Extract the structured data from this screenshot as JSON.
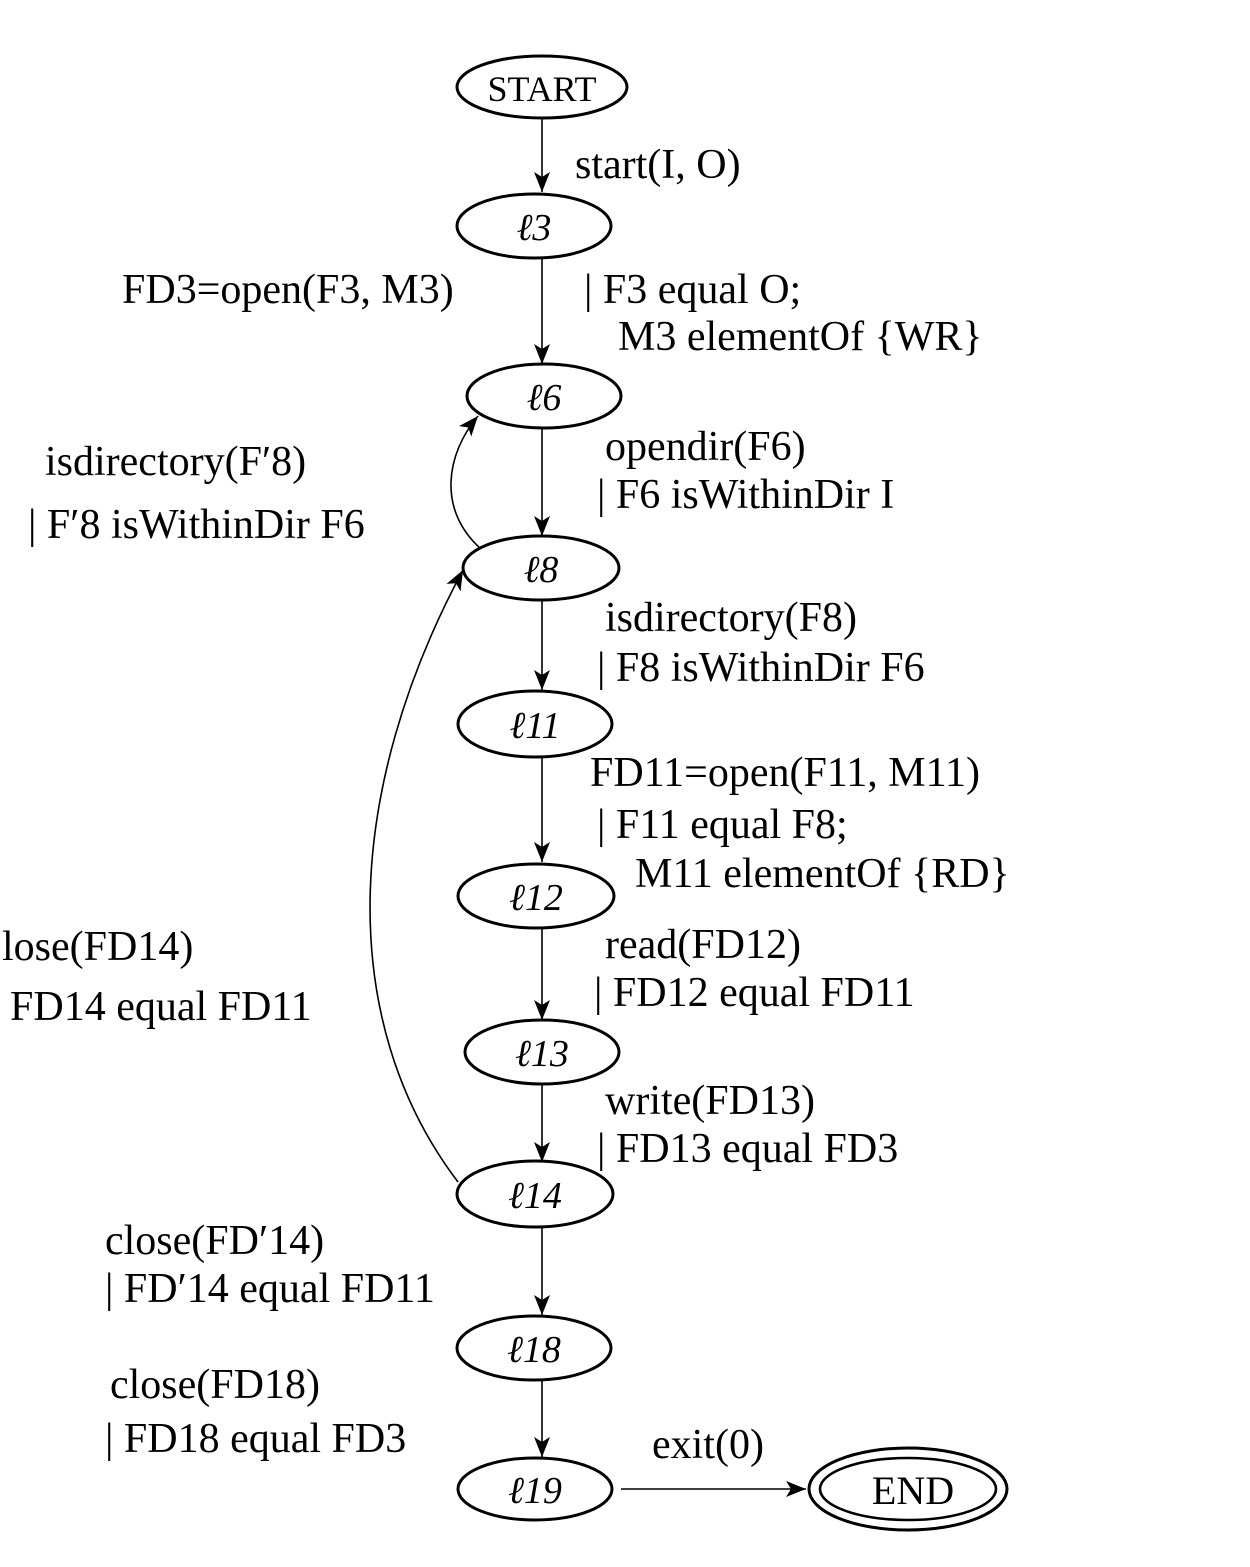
{
  "nodes": {
    "start": "START",
    "l3": "ℓ3",
    "l6": "ℓ6",
    "l8": "ℓ8",
    "l11": "ℓ11",
    "l12": "ℓ12",
    "l13": "ℓ13",
    "l14": "ℓ14",
    "l18": "ℓ18",
    "l19": "ℓ19",
    "end": "END"
  },
  "edges": {
    "start_l3": {
      "action": "start(I, O)"
    },
    "l3_l6": {
      "action": "FD3=open(F3, M3)",
      "constraint_1": "| F3 equal O;",
      "constraint_2": "M3 elementOf {WR}"
    },
    "l8_l6": {
      "action": "isdirectory(F′8)",
      "constraint_1": "| F′8 isWithinDir F6"
    },
    "l6_l8": {
      "action": "opendir(F6)",
      "constraint_1": "| F6 isWithinDir I"
    },
    "l8_l11": {
      "action": "isdirectory(F8)",
      "constraint_1": "| F8 isWithinDir F6"
    },
    "l11_l12": {
      "action": "FD11=open(F11, M11)",
      "constraint_1": "| F11 equal F8;",
      "constraint_2": "M11 elementOf {RD}"
    },
    "l14_l8": {
      "action": "lose(FD14)",
      "constraint_1": "FD14 equal FD11"
    },
    "l12_l13": {
      "action": "read(FD12)",
      "constraint_1": "| FD12 equal FD11"
    },
    "l13_l14": {
      "action": "write(FD13)",
      "constraint_1": "| FD13 equal FD3"
    },
    "l14_l18": {
      "action": "close(FD′14)",
      "constraint_1": "| FD′14 equal FD11"
    },
    "l18_l19": {
      "action": "close(FD18)",
      "constraint_1": "| FD18 equal FD3"
    },
    "l19_end": {
      "action": "exit(0)"
    }
  }
}
